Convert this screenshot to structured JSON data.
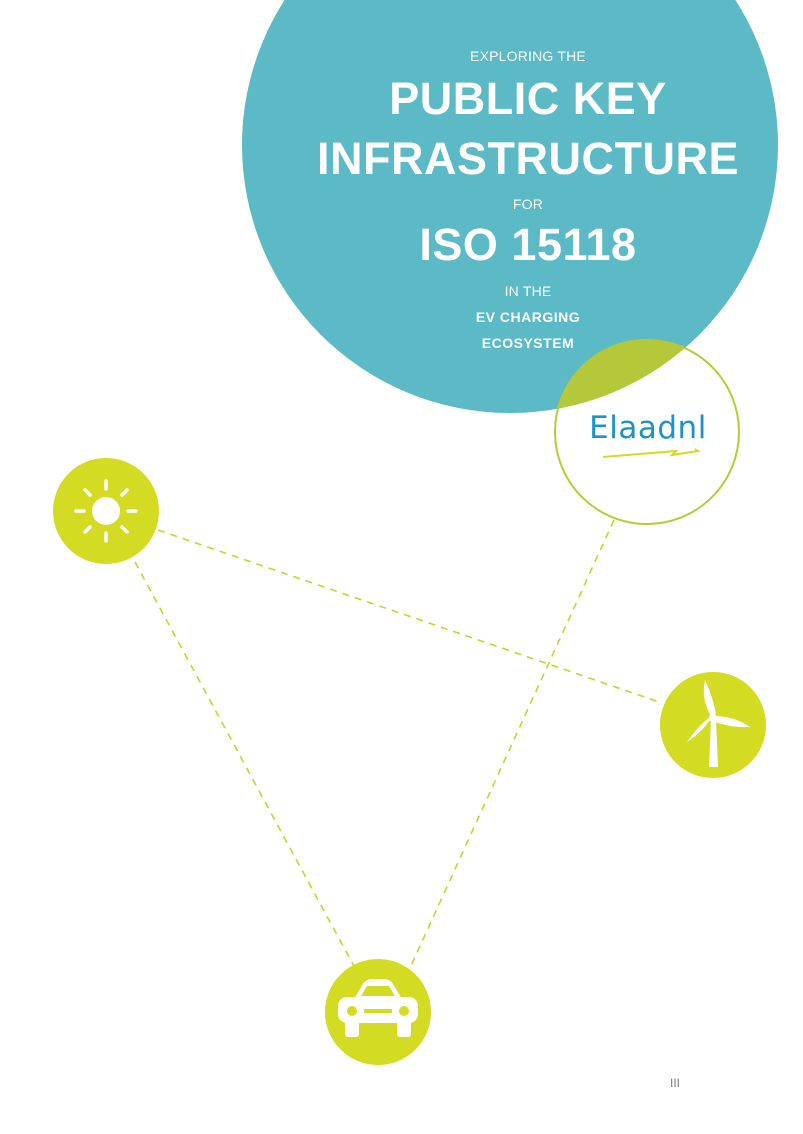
{
  "cover": {
    "line1": "EXPLORING THE",
    "line2": "PUBLIC KEY",
    "line3": "INFRASTRUCTURE",
    "line4": "FOR",
    "line5": "ISO 15118",
    "line6": "IN THE",
    "line7": "EV CHARGING",
    "line8": "ECOSYSTEM"
  },
  "logo": {
    "text": "Elaadnl"
  },
  "icons": {
    "sun": "sun-icon",
    "wind": "wind-turbine-icon",
    "car": "car-icon"
  },
  "colors": {
    "teal": "#5bbac6",
    "lime": "#d3dc23",
    "logo_blue": "#1b93c8",
    "overlap": "#b4c83a"
  },
  "footer": {
    "page_number": "III"
  }
}
